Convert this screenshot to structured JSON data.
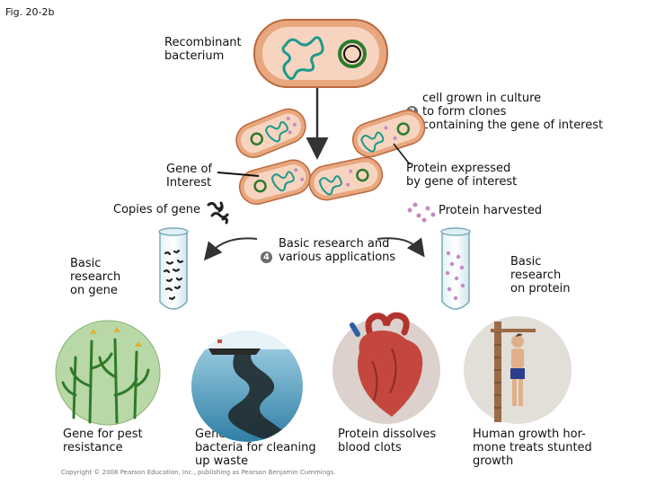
{
  "figure_label": "Fig. 20-2b",
  "labels": {
    "recombinant_bacterium": "Recombinant\nbacterium",
    "step3_number": "3",
    "step3_text": "cell grown in culture\nto form clones\ncontaining the gene of interest",
    "gene_of_interest": "Gene of\nInterest",
    "protein_expressed": "Protein expressed\nby gene of interest",
    "copies_of_gene": "Copies of gene",
    "protein_harvested": "Protein harvested",
    "step4_number": "4",
    "step4_text": "Basic research and\nvarious applications",
    "basic_research_gene": "Basic\nresearch\non gene",
    "basic_research_protein": "Basic\nresearch\non protein"
  },
  "applications": [
    {
      "caption": "Gene for pest\nresistance"
    },
    {
      "caption": "Gene alters\nbacteria for cleaning\nup waste"
    },
    {
      "caption": "Protein dissolves\nblood clots"
    },
    {
      "caption": "Human growth hor-\nmone treats stunted\ngrowth"
    }
  ],
  "copyright": "Copyright © 2008 Pearson Education, Inc., publishing as Pearson Benjamin Cummings.",
  "colors": {
    "cell_outer": "#e8a77e",
    "cell_inner": "#f7d4bf",
    "dna": "#1d9a8a",
    "plasmid": "#2b7b2f",
    "protein": "#c58ac4",
    "gene_copies": "#222222",
    "arrow": "#333333"
  }
}
